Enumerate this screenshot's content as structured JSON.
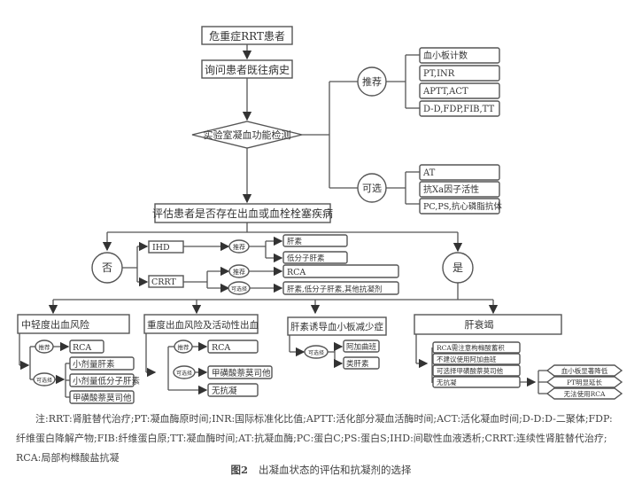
{
  "flowchart": {
    "start": "危重症RRT患者",
    "history": "询问患者既往病史",
    "lab_test": "实验室凝血功能检测",
    "recommended_label": "推荐",
    "recommended_items": [
      "血小板计数",
      "PT,INR",
      "APTT,ACT",
      "D-D,FDP,FIB,TT"
    ],
    "optional_label": "可选",
    "optional_items": [
      "AT",
      "抗Xa因子活性",
      "PC,PS,抗心磷脂抗体"
    ],
    "assess": "评估患者是否存在出血或血栓栓塞疾病",
    "no_label": "否",
    "yes_label": "是",
    "no_branch": {
      "ihd": "IHD",
      "ihd_rec": "推荐",
      "ihd_items": [
        "肝素",
        "低分子肝素"
      ],
      "crrt": "CRRT",
      "crrt_rec": "推荐",
      "crrt_rec_item": "RCA",
      "crrt_opt": "可选择",
      "crrt_opt_item": "肝素,低分子肝素,其他抗凝剂"
    },
    "categories": [
      {
        "title": "中轻度出血风险",
        "rec": "推荐",
        "rec_items": [
          "RCA"
        ],
        "opt": "可选择",
        "opt_items": [
          "小剂量肝素",
          "小剂量低分子肝素",
          "甲磺酸萘莫司他"
        ]
      },
      {
        "title": "重度出血风险及活动性出血",
        "rec": "推荐",
        "rec_items": [
          "RCA"
        ],
        "opt": "可选择",
        "opt_items": [
          "甲磺酸萘莫司他"
        ],
        "other_items": [
          "无抗凝"
        ]
      },
      {
        "title": "肝素诱导血小板减少症",
        "opt": "可选择",
        "opt_items": [
          "阿加曲班",
          "类肝素"
        ]
      },
      {
        "title": "肝衰竭",
        "items": [
          "RCA需注意枸橼酸蓄积",
          "不建议使用阿加曲班",
          "可选择甲磺酸萘莫司他",
          "无抗凝"
        ],
        "conditions": [
          "血小板显著降低",
          "PT明显延长",
          "无法使用RCA"
        ]
      }
    ]
  },
  "note": {
    "line1": "注:RRT:肾脏替代治疗;PT:凝血酶原时间;INR:国际标准化比值;APTT:活化部分凝血活酶时间;ACT:活化凝血时间;D-D:D-二聚体;FDP:",
    "line2": "纤维蛋白降解产物;FIB:纤维蛋白原;TT:凝血酶时间;AT:抗凝血酶;PC:蛋白C;PS:蛋白S;IHD:间歇性血液透析;CRRT:连续性肾脏替代治疗;",
    "line3": "RCA:局部枸橼酸盐抗凝"
  },
  "caption": {
    "figure_no": "图2",
    "title": "出凝血状态的评估和抗凝剂的选择"
  }
}
